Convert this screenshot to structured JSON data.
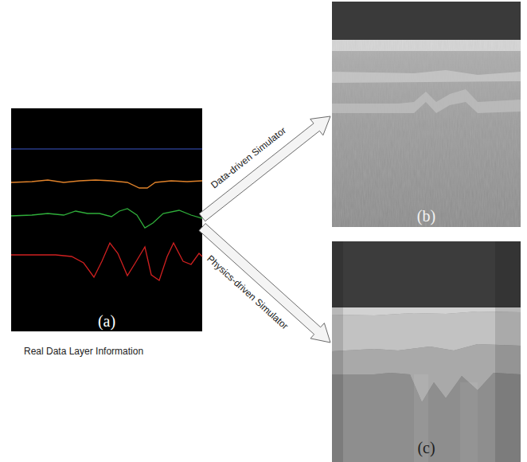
{
  "diagram": {
    "nodes": [
      {
        "text": [
          "(a)"
        ]
      },
      {
        "text": [
          "(b)"
        ]
      },
      {
        "text": [
          "(c)"
        ]
      }
    ],
    "edges": [
      {
        "from": 0,
        "to": 1,
        "arrow": "to",
        "label": "Data-driven Simulator"
      },
      {
        "from": 0,
        "to": 2,
        "arrow": "to",
        "label": "Physics-driven Simulator"
      }
    ],
    "labels": [
      "Real Data Layer Information"
    ]
  }
}
